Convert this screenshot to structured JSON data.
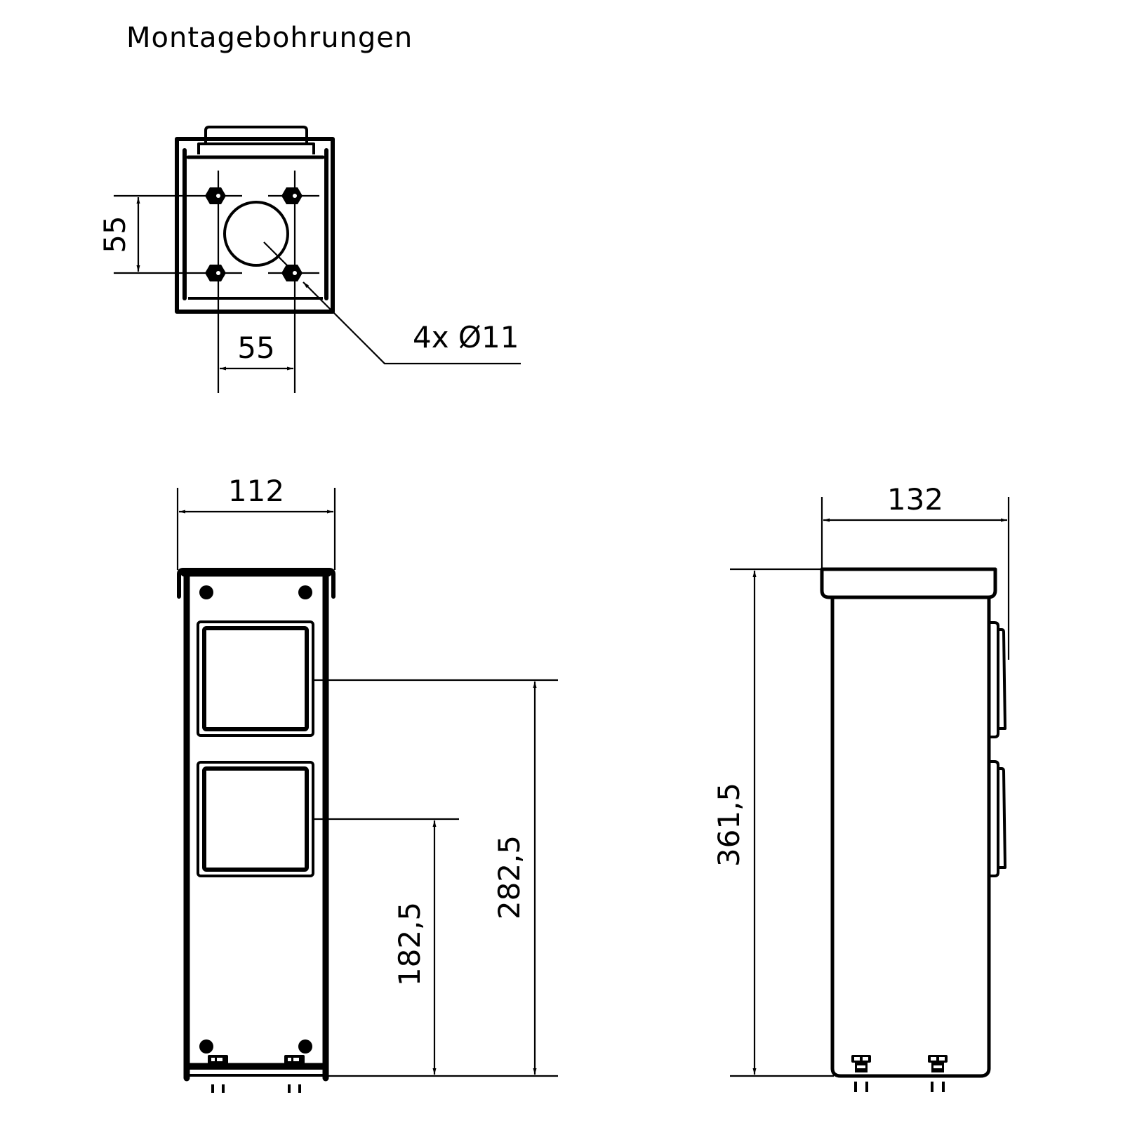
{
  "title": "Montagebohrungen",
  "colors": {
    "line": "#000000",
    "background": "#ffffff"
  },
  "views": {
    "top_view": {
      "name": "Mounting holes (top view)",
      "dim_vertical": "55",
      "dim_horizontal": "55",
      "hole_callout": "4x Ø11",
      "hole_count": 4
    },
    "front_view": {
      "name": "Front view",
      "dim_width": "112",
      "dim_height_upper_socket": "282,5",
      "dim_height_lower_socket": "182,5",
      "socket_count": 2
    },
    "side_view": {
      "name": "Side view",
      "dim_depth": "132",
      "dim_total_height": "361,5"
    }
  }
}
